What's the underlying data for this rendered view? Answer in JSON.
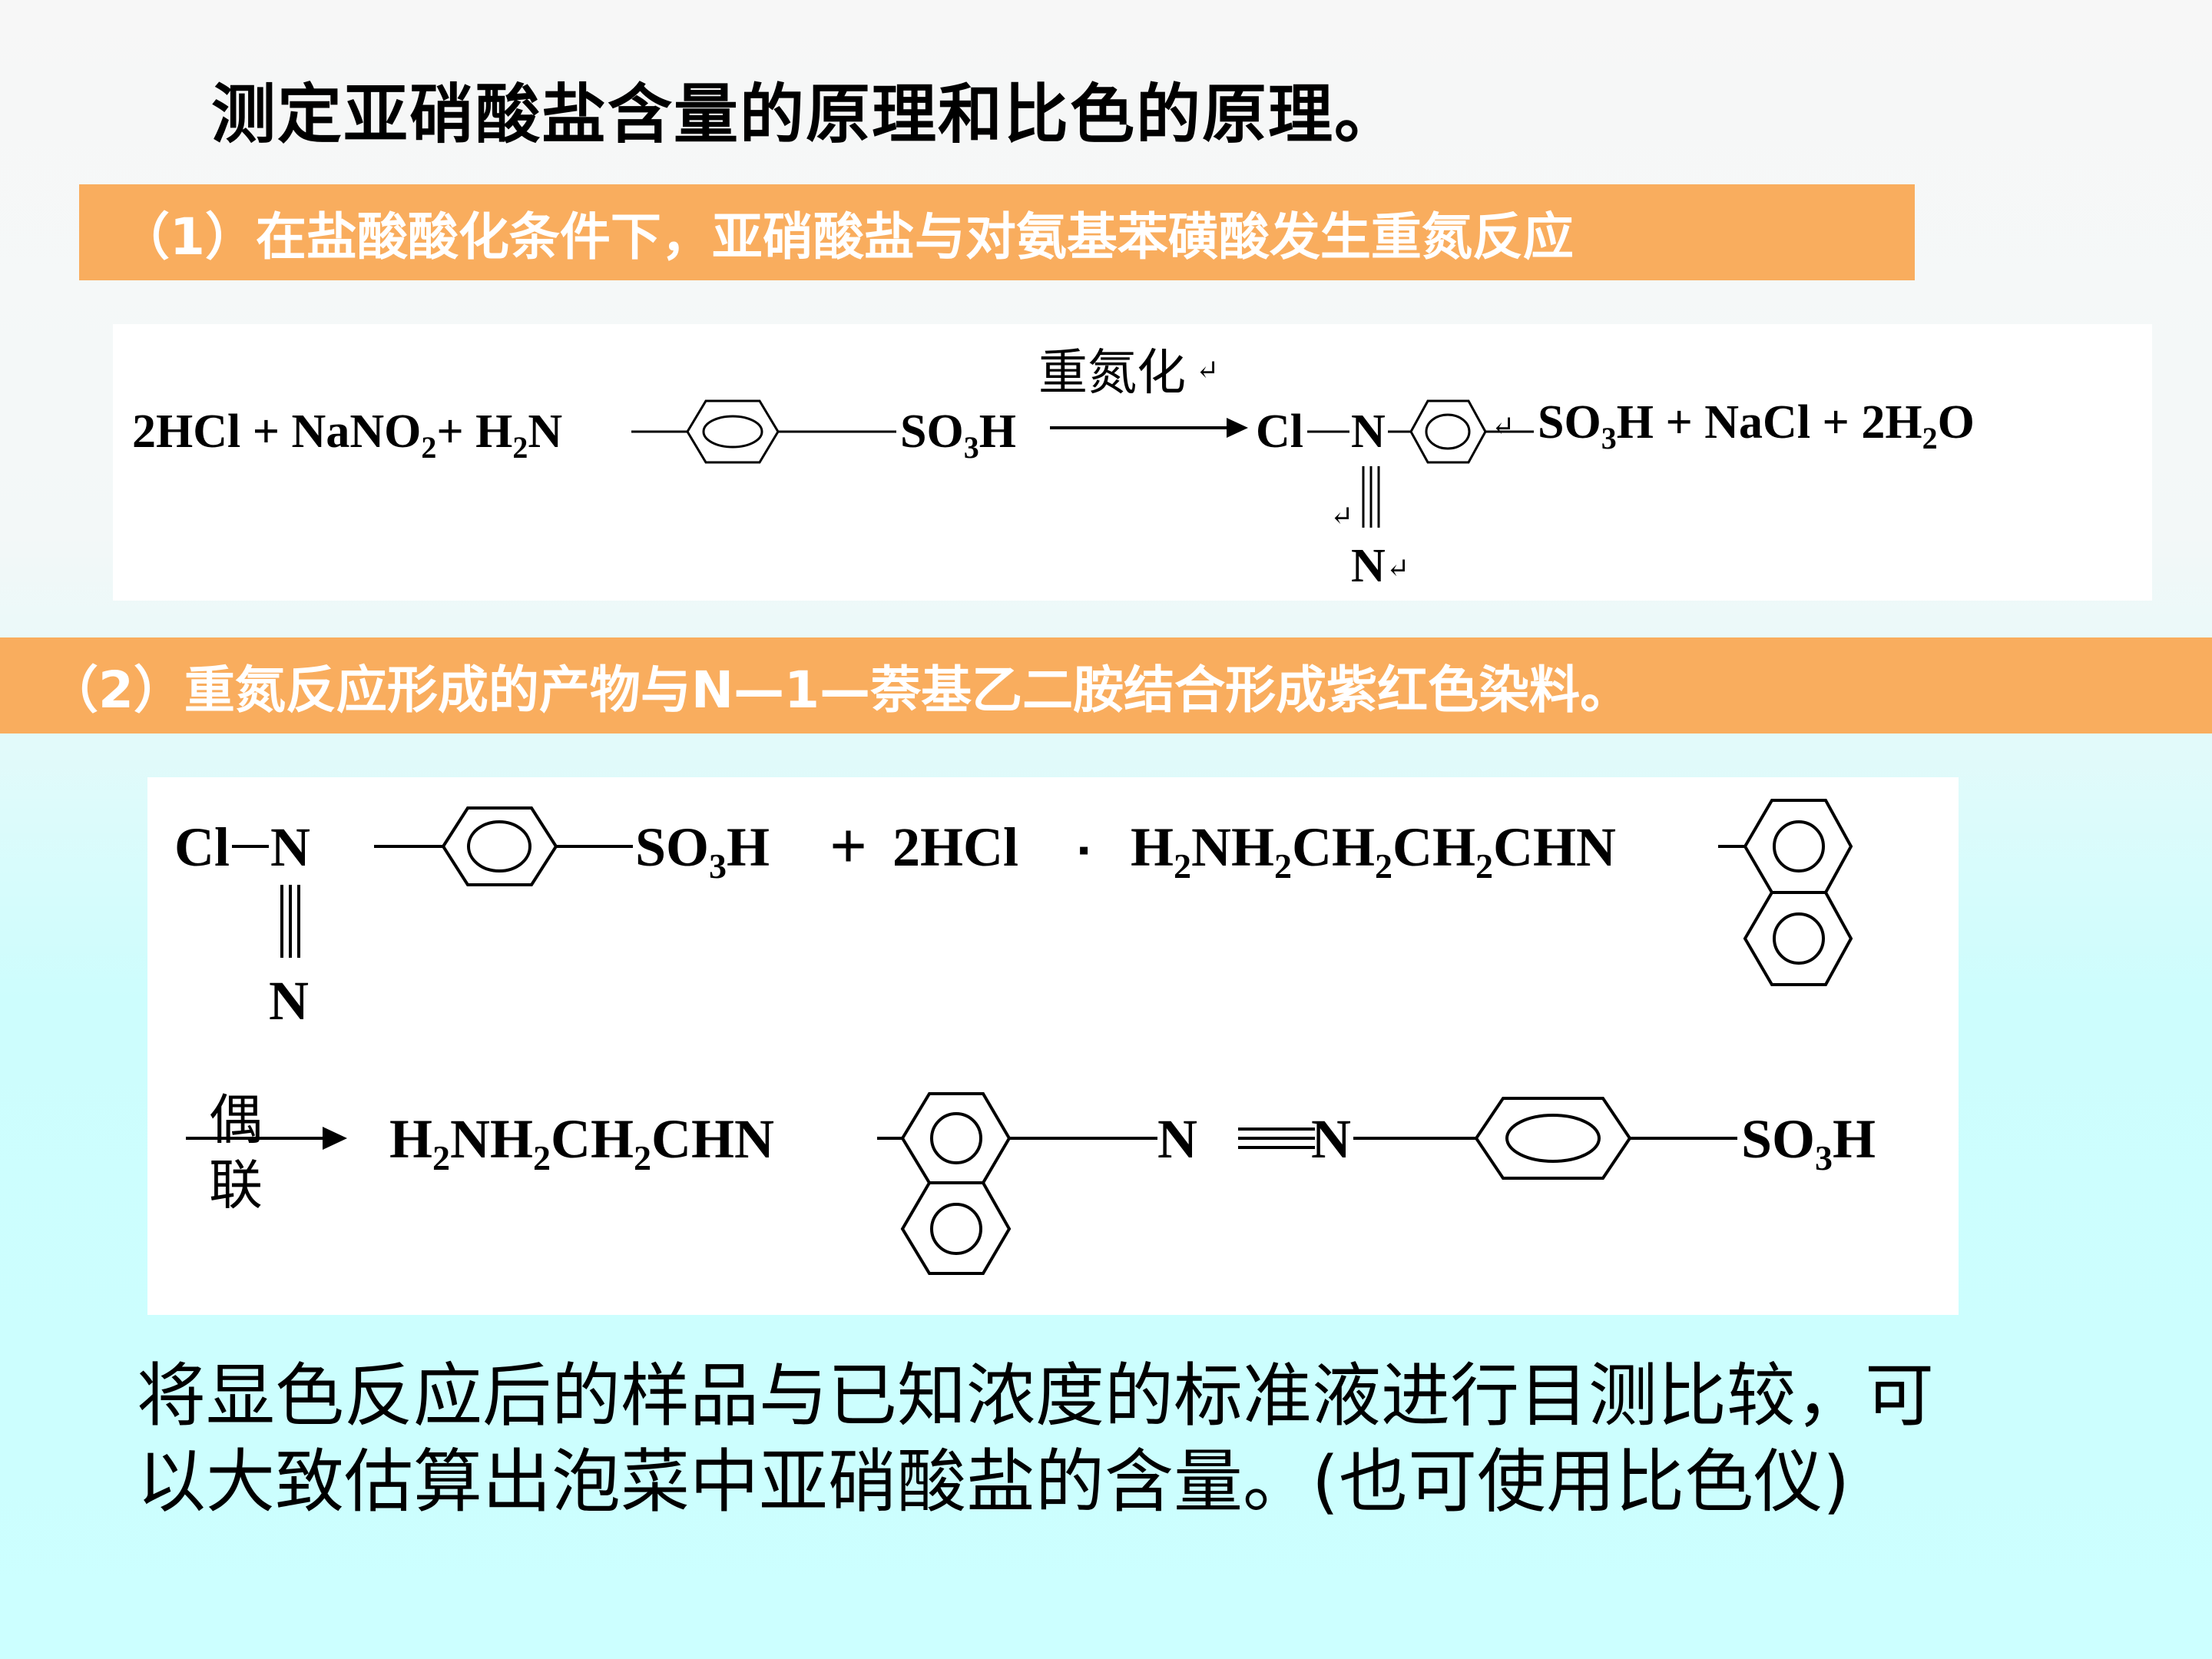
{
  "title": "测定亚硝酸盐含量的原理和比色的原理。",
  "step1": {
    "text": "（1）在盐酸酸化条件下，亚硝酸盐与对氨基苯磺酸发生重氮反应",
    "equation": {
      "lhs_1": "2HCl + NaNO",
      "sub_2": "2",
      "lhs_2": "+ H",
      "sub_2b": "2",
      "lhs_3": "N",
      "so3h_a": "SO",
      "so3h_sub": "3",
      "so3h_b": "H",
      "arrow_label": "重氮化",
      "cl": "Cl",
      "n_upper": "N",
      "n_lower": "N",
      "rhs_1": "SO",
      "rhs_sub": "3",
      "rhs_2": "H + NaCl + 2H",
      "rhs_sub2": "2",
      "rhs_3": "O",
      "return_mark": "↵"
    }
  },
  "step2": {
    "text": "（2）重氮反应形成的产物与N—1—萘基乙二胺结合形成紫红色染料。",
    "equation": {
      "cl": "Cl",
      "n_upper": "N",
      "n_lower": "N",
      "so3h_a": "SO",
      "so3h_sub": "3",
      "so3h_b": "H",
      "plus": "+",
      "hcl": "2HCl",
      "dot": "▪",
      "amine_1": "H",
      "amine_sub1": "2",
      "amine_2": "NH",
      "amine_sub2": "2",
      "amine_3": "CH",
      "amine_sub3": "2",
      "amine_4": "CH",
      "amine_sub4": "2",
      "amine_5": "CHN",
      "arrow_top": "偶",
      "arrow_bottom": "联",
      "prod_1": "H",
      "prod_sub1": "2",
      "prod_2": "NH",
      "prod_sub2": "2",
      "prod_3": "CH",
      "prod_sub3": "2",
      "prod_4": "CHN",
      "azo_n1": "N",
      "azo_n2": "N",
      "prod_so3h_a": "SO",
      "prod_so3h_sub": "3",
      "prod_so3h_b": "H"
    }
  },
  "note": {
    "line1": "将显色反应后的样品与已知浓度的标准液进行目测比较，可",
    "line2": "以大致估算出泡菜中亚硝酸盐的含量。(也可使用比色仪)"
  }
}
